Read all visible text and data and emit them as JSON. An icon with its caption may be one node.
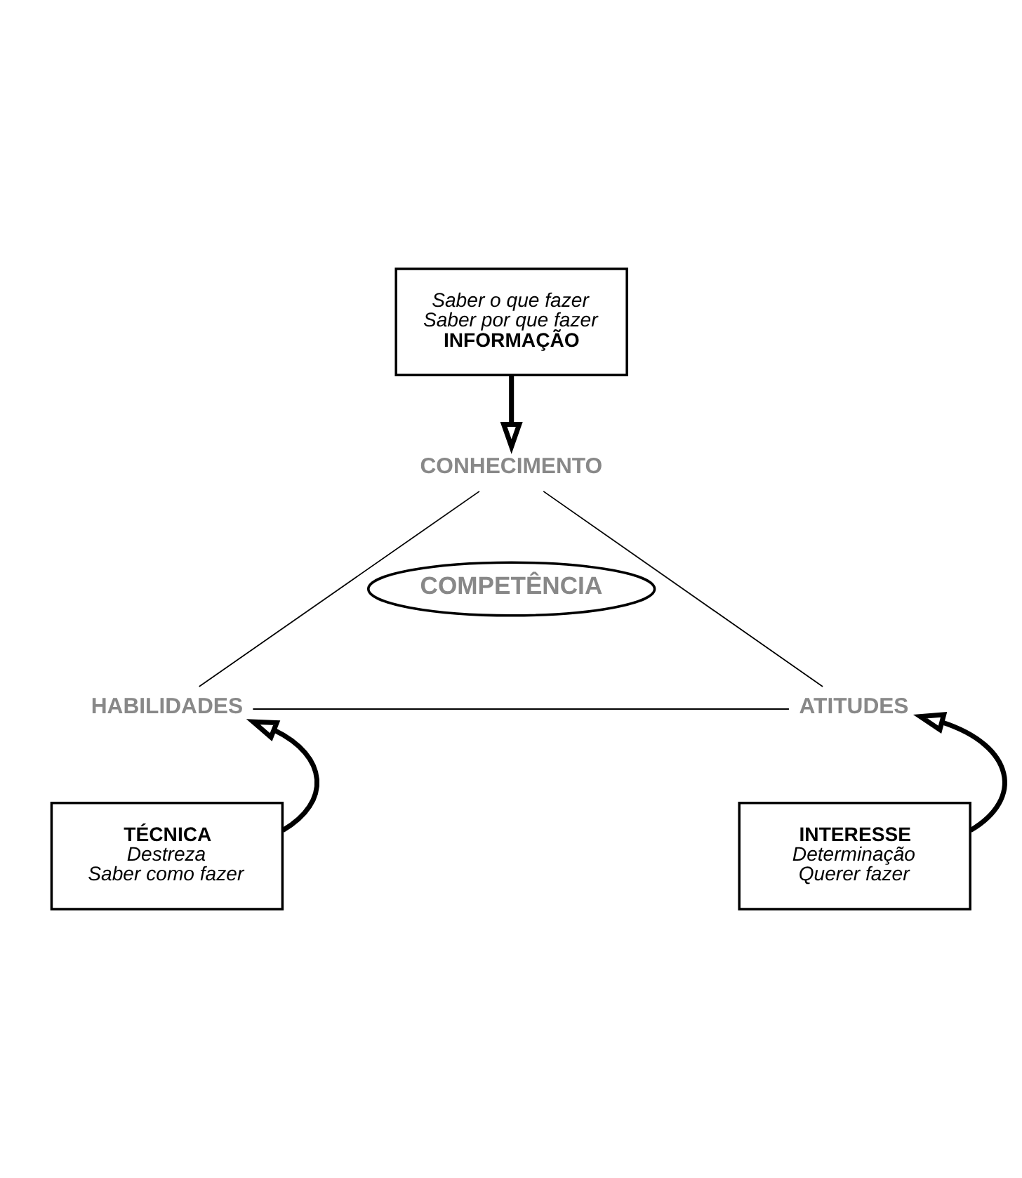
{
  "diagram": {
    "nodes": [
      {
        "text": [
          "Saber o que fazer",
          "Saber por que fazer",
          "INFORMAÇÃO"
        ]
      },
      {
        "text": [
          "CONHECIMENTO"
        ]
      },
      {
        "text": [
          "COMPETÊNCIA"
        ]
      },
      {
        "text": [
          "HABILIDADES"
        ]
      },
      {
        "text": [
          "ATITUDES"
        ]
      },
      {
        "text": [
          "TÉCNICA",
          "Destreza",
          "Saber como fazer"
        ]
      },
      {
        "text": [
          "INTERESSE",
          "Determinação",
          "Querer fazer"
        ]
      }
    ],
    "edges": [
      {
        "from": 0,
        "to": 1,
        "arrow": "to",
        "style": "thick"
      },
      {
        "from": 1,
        "to": 3,
        "arrow": "none"
      },
      {
        "from": 1,
        "to": 4,
        "arrow": "none"
      },
      {
        "from": 3,
        "to": 4,
        "arrow": "none"
      },
      {
        "from": 5,
        "to": 3,
        "arrow": "to",
        "style": "thick"
      },
      {
        "from": 6,
        "to": 4,
        "arrow": "to",
        "style": "thick"
      }
    ]
  }
}
